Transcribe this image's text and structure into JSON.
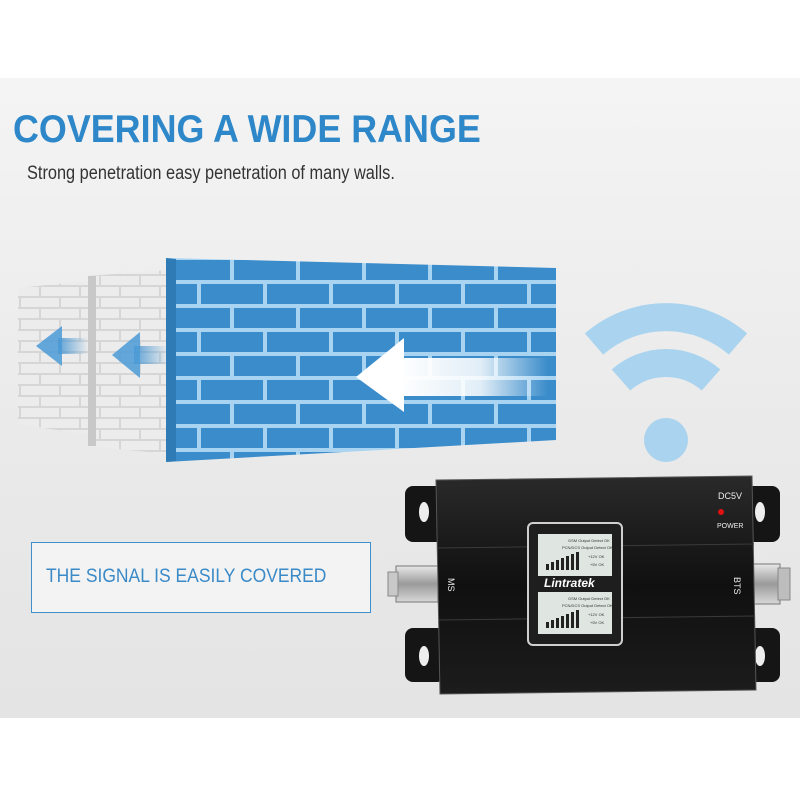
{
  "header": {
    "title": "COVERING A WIDE RANGE",
    "subtitle": "Strong penetration easy penetration of many walls."
  },
  "callout": {
    "text": "THE SIGNAL IS EASILY COVERED"
  },
  "device": {
    "power_label": "DC5V",
    "power_led_label": "POWER",
    "port_left_label": "MS",
    "port_right_label": "BTS",
    "brand": "Lintratek",
    "display_top": {
      "line1": "GSM Output Detect  OK",
      "line2": "PCN/DCS Output Detect  OK",
      "line3": "+12V  OK",
      "line4": "+5V  OK"
    },
    "display_bottom": {
      "line1": "GSM Output Detect  OK",
      "line2": "PCN/DCS Output Detect  OK",
      "line3": "+12V  OK",
      "line4": "+5V  OK"
    }
  },
  "icons": [
    "wifi-icon",
    "arrow-left-icon"
  ],
  "colors": {
    "accent": "#2e87c8",
    "wall_blue": "#3a8ccb",
    "wall_grey": "#dcdcdc",
    "wifi": "#a9d3ee",
    "device_body": "#1a1a1a"
  }
}
